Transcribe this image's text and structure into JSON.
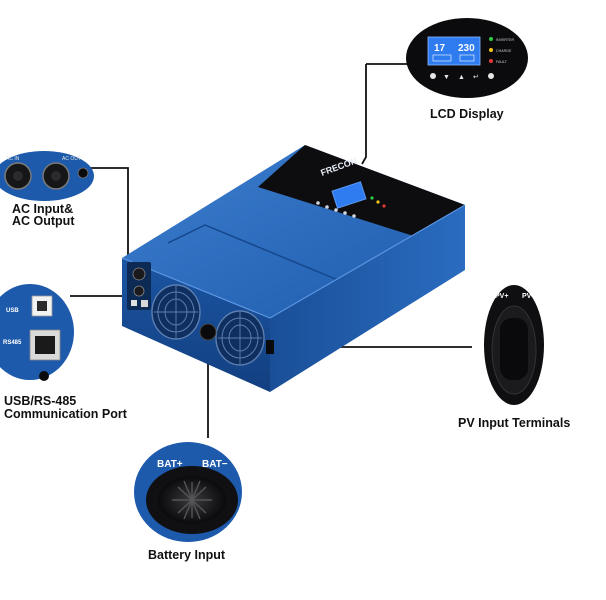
{
  "callouts": {
    "lcd_display": "LCD Display",
    "ac_io_line1": "AC Input&",
    "ac_io_line2": "AC Output",
    "usb_rs485_line1": "USB/RS-485",
    "usb_rs485_line2": "Communication Port",
    "pv_input": "PV Input Terminals",
    "battery_input": "Battery Input"
  },
  "device": {
    "brand": "FRECON",
    "lcd_left_value": "17",
    "lcd_right_value": "230"
  },
  "lcd_leds": [
    "INVERTER",
    "CHARGE",
    "FAULT"
  ],
  "ports": {
    "ac_in_tag": "AC IN",
    "ac_out_tag": "AC OUT",
    "usb_tag": "USB",
    "rs485_tag": "RS485",
    "pv_pos": "PV+",
    "pv_neg": "PV-",
    "bat_pos": "BAT+",
    "bat_neg": "BAT−"
  },
  "colors": {
    "body_blue": "#1f5fb0",
    "body_dark": "#123f80",
    "panel_black": "#0d0d0f",
    "screen_blue": "#2e7cf0",
    "leader": "#111111"
  }
}
